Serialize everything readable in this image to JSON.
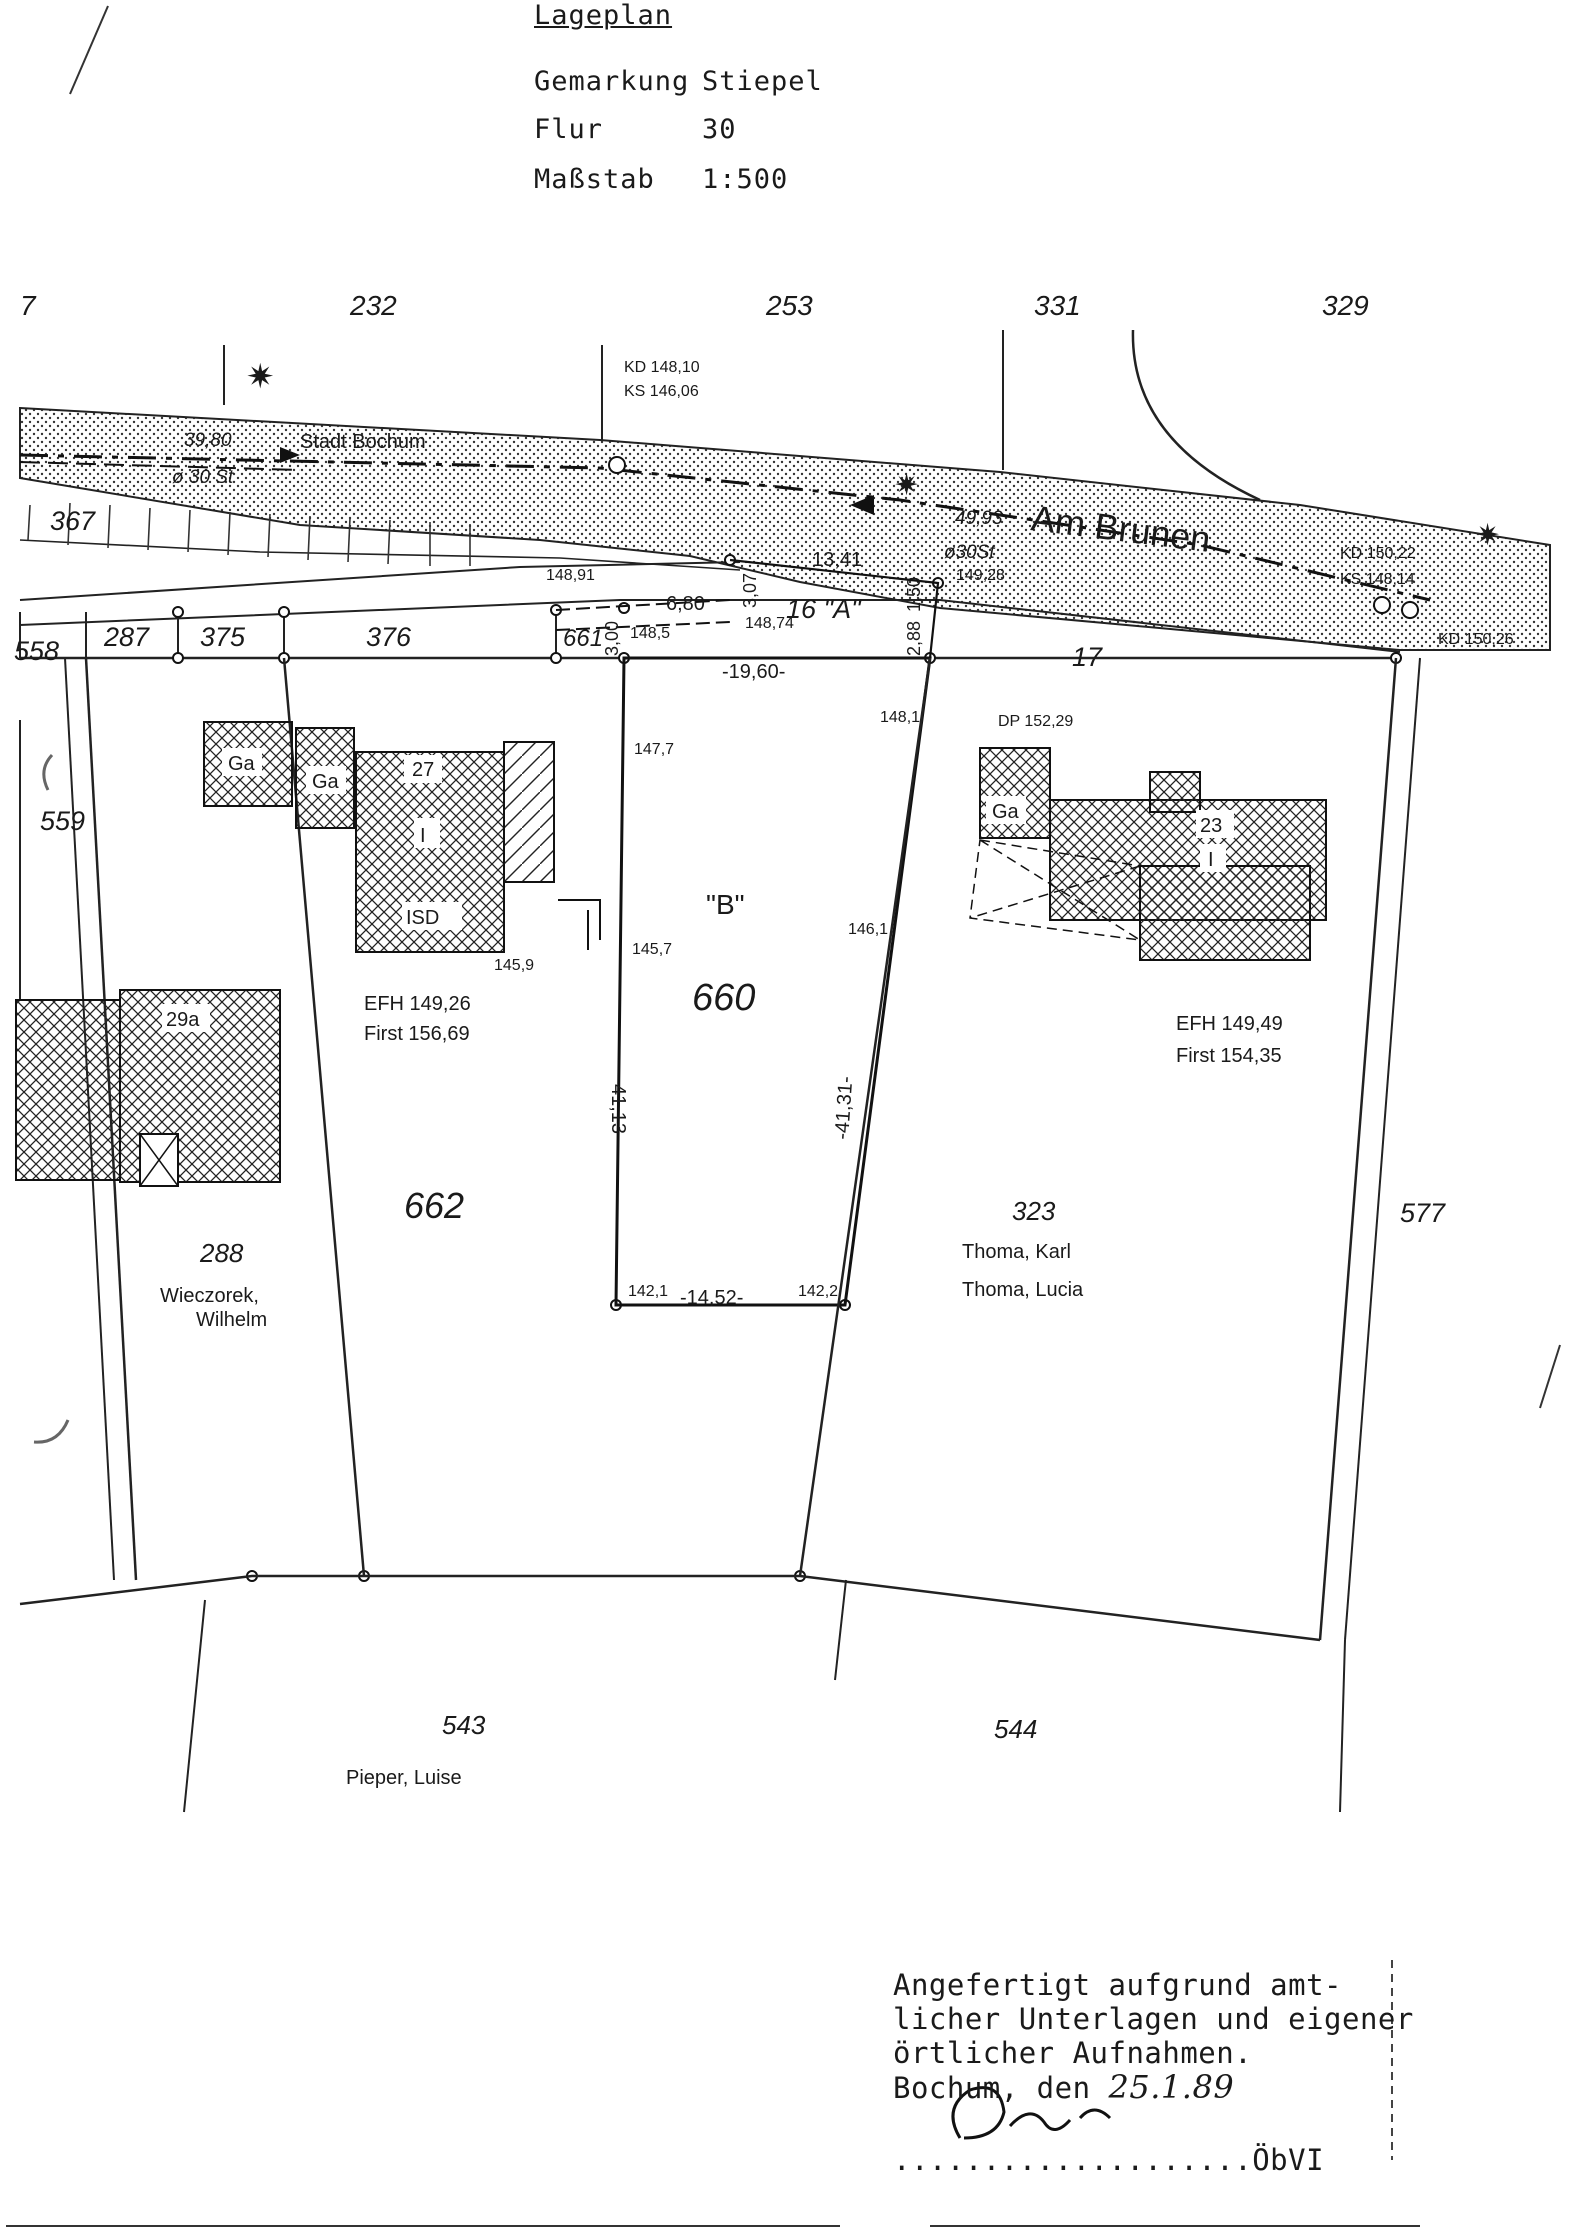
{
  "header": {
    "title": "Lageplan",
    "rows": [
      {
        "label": "Gemarkung",
        "value": "Stiepel"
      },
      {
        "label": "Flur",
        "value": "30"
      },
      {
        "label": "Maßstab",
        "value": "1:500"
      }
    ]
  },
  "map": {
    "street_name": "Am Brunen",
    "pipe_owner": "Stadt Bochum",
    "pipe_left_length": "39,80",
    "pipe_left_dia": "ø 30 St",
    "pipe_right_length": "49,93",
    "pipe_right_dia": "ø30St",
    "street_parcel_top": "16 \"A\"",
    "street_parcel_right": "17",
    "site_label": "\"B\"",
    "top_parcels": [
      "7",
      "232",
      "253",
      "331",
      "329"
    ],
    "row_parcels": [
      "558",
      "287",
      "375",
      "376",
      "661"
    ],
    "side_parcels": [
      "367",
      "559",
      "577"
    ],
    "main_parcel": "660",
    "west_parcel": "662",
    "east_parcel": "323",
    "far_west_parcel": "288",
    "south_parcels": [
      "543",
      "544"
    ],
    "owners": {
      "west_line1": "Wieczorek,",
      "west_line2": "Wilhelm",
      "east_line1": "Thoma, Karl",
      "east_line2": "Thoma, Lucia",
      "south": "Pieper, Luise"
    },
    "levels": {
      "kd_top": "KD 148,10",
      "ks_top": "KS 146,06",
      "kd_right": "KD 150,22",
      "ks_right": "KS 148,14",
      "kd_far": "KD 150,26",
      "p1": "148,91",
      "p2": "148,5",
      "p3": "148,74",
      "p4": "149,28",
      "p5": "147,7",
      "p6": "148,1",
      "p7": "145,7",
      "p8": "146,1",
      "p9": "145,9",
      "p10": "142,1",
      "p11": "142,2",
      "dp": "DP 152,29"
    },
    "dims": {
      "top": "-19,60-",
      "bottom": "-14,52-",
      "left": "41,13",
      "right": "-41,31-",
      "d680": "6,80",
      "d1341": "13,41",
      "d307": "3,07",
      "d300": "3,00",
      "d288": "2,88",
      "d150": "1,50"
    },
    "houses": {
      "west_number": "27",
      "west_floors": "I",
      "west_roof": "ISD",
      "garage": "Ga",
      "east_number": "23",
      "east_floors": "I",
      "far_west_number": "29a",
      "west_efh": "EFH 149,26",
      "west_first": "First 156,69",
      "east_efh": "EFH 149,49",
      "east_first": "First 154,35"
    }
  },
  "certificate": {
    "line1": "Angefertigt aufgrund amt-",
    "line2": "licher Unterlagen und eigener",
    "line3": "örtlicher Aufnahmen.",
    "place_date": "Bochum, den",
    "date": "25.1.89",
    "dots": "....................",
    "office": "ÖbVI"
  }
}
